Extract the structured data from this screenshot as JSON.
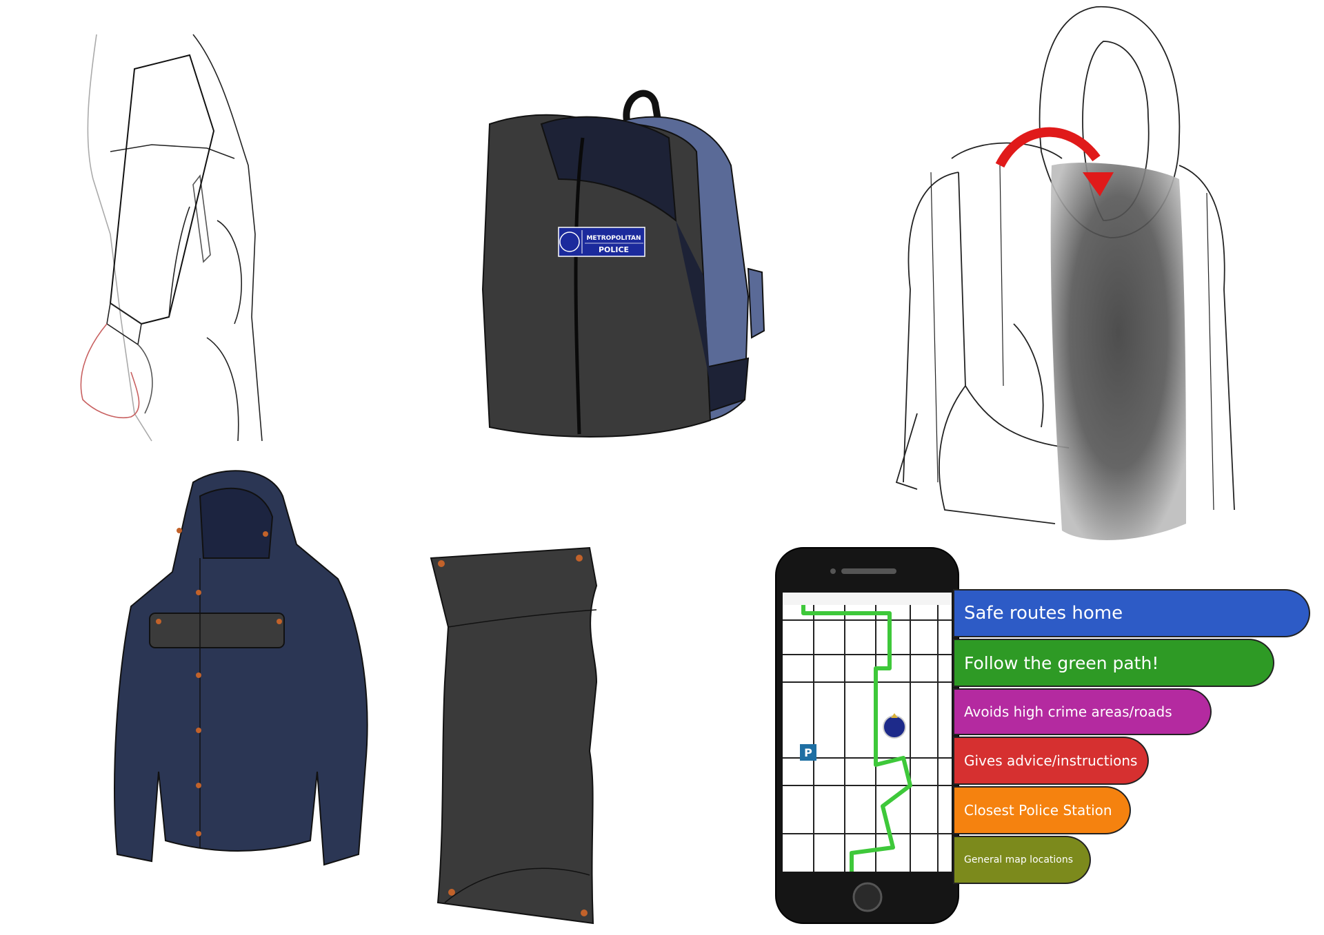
{
  "backpack": {
    "badge_line1": "METROPOLITAN",
    "badge_line2": "POLICE",
    "colors": {
      "body": "#3a3a3a",
      "side": "#5a6a97",
      "badge": "#1b2a9c"
    }
  },
  "jacket": {
    "colors": {
      "body": "#2b3654",
      "buttons": "#c2622a"
    }
  },
  "phone": {
    "station_icon": "police-badge-icon",
    "parking_label": "P",
    "colors": {
      "route": "#3ec83a",
      "parking": "#1e6fa3"
    }
  },
  "features": {
    "items": [
      {
        "label": "Safe routes home",
        "color": "#2d5bc6"
      },
      {
        "label": "Follow the green path!",
        "color": "#2e9a25"
      },
      {
        "label": "Avoids high crime areas/roads",
        "color": "#b42aa0"
      },
      {
        "label": "Gives advice/instructions",
        "color": "#d63030"
      },
      {
        "label": "Closest Police Station",
        "color": "#f5820f"
      },
      {
        "label": "General map locations",
        "color": "#7c8a1c"
      }
    ]
  },
  "arrow": {
    "color": "#e01a1a"
  }
}
